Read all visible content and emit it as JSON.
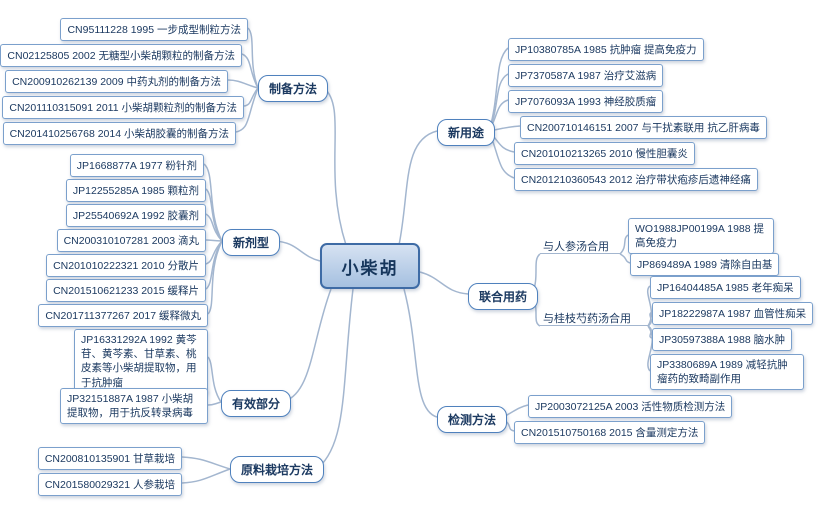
{
  "root": {
    "label": "小柴胡"
  },
  "branches": [
    {
      "label": "制备方法",
      "children": [
        {
          "label": "CN95111228 1995 一步成型制粒方法"
        },
        {
          "label": "CN02125805 2002 无糖型小柴胡颗粒的制备方法"
        },
        {
          "label": "CN200910262139 2009 中药丸剂的制备方法"
        },
        {
          "label": "CN201110315091 2011 小柴胡颗粒剂的制备方法"
        },
        {
          "label": "CN201410256768 2014 小柴胡胶囊的制备方法"
        }
      ]
    },
    {
      "label": "新剂型",
      "children": [
        {
          "label": "JP1668877A 1977 粉针剂"
        },
        {
          "label": "JP12255285A 1985 颗粒剂"
        },
        {
          "label": "JP25540692A 1992 胶囊剂"
        },
        {
          "label": "CN200310107281 2003 滴丸"
        },
        {
          "label": "CN201010222321 2010 分散片"
        },
        {
          "label": "CN201510621233 2015 缓释片"
        },
        {
          "label": "CN201711377267 2017 缓释微丸"
        }
      ]
    },
    {
      "label": "有效部分",
      "children": [
        {
          "label": "JP16331292A 1992 黄芩苷、黄芩素、甘草素、桃皮素等小柴胡提取物，用于抗肿瘤"
        },
        {
          "label": "JP32151887A 1987 小柴胡提取物，用于抗反转录病毒"
        }
      ]
    },
    {
      "label": "原料栽培方法",
      "children": [
        {
          "label": "CN200810135901 甘草栽培"
        },
        {
          "label": "CN201580029321 人参栽培"
        }
      ]
    },
    {
      "label": "新用途",
      "children": [
        {
          "label": "JP10380785A 1985 抗肿瘤 提高免疫力"
        },
        {
          "label": "JP7370587A 1987 治疗艾滋病"
        },
        {
          "label": "JP7076093A 1993 神经胶质瘤"
        },
        {
          "label": "CN200710146151 2007 与干扰素联用 抗乙肝病毒"
        },
        {
          "label": "CN201010213265 2010 慢性胆囊炎"
        },
        {
          "label": "CN201210360543 2012 治疗带状疱疹后遗神经痛"
        }
      ]
    },
    {
      "label": "联合用药",
      "children": [
        {
          "label": "与人参汤合用",
          "children": [
            {
              "label": "WO1988JP00199A 1988 提高免疫力"
            },
            {
              "label": "JP869489A 1989 清除自由基"
            }
          ]
        },
        {
          "label": "与桂枝芍药汤合用",
          "children": [
            {
              "label": "JP16404485A 1985 老年痴呆"
            },
            {
              "label": "JP18222987A 1987 血管性痴呆"
            },
            {
              "label": "JP30597388A 1988 脑水肿"
            },
            {
              "label": "JP3380689A 1989 减轻抗肿瘤药的致畸副作用"
            }
          ]
        }
      ]
    },
    {
      "label": "检测方法",
      "children": [
        {
          "label": "JP2003072125A 2003 活性物质检测方法"
        },
        {
          "label": "CN201510750168 2015 含量测定方法"
        }
      ]
    }
  ],
  "colors": {
    "line": "#a3b6cf",
    "branch_border": "#4f81bd",
    "leaf_border": "#7ba0cc",
    "text": "#1c3a61",
    "central_border": "#3e6ba5",
    "central_fill_top": "#d6e2f2",
    "central_fill_bottom": "#a5c0e0"
  }
}
